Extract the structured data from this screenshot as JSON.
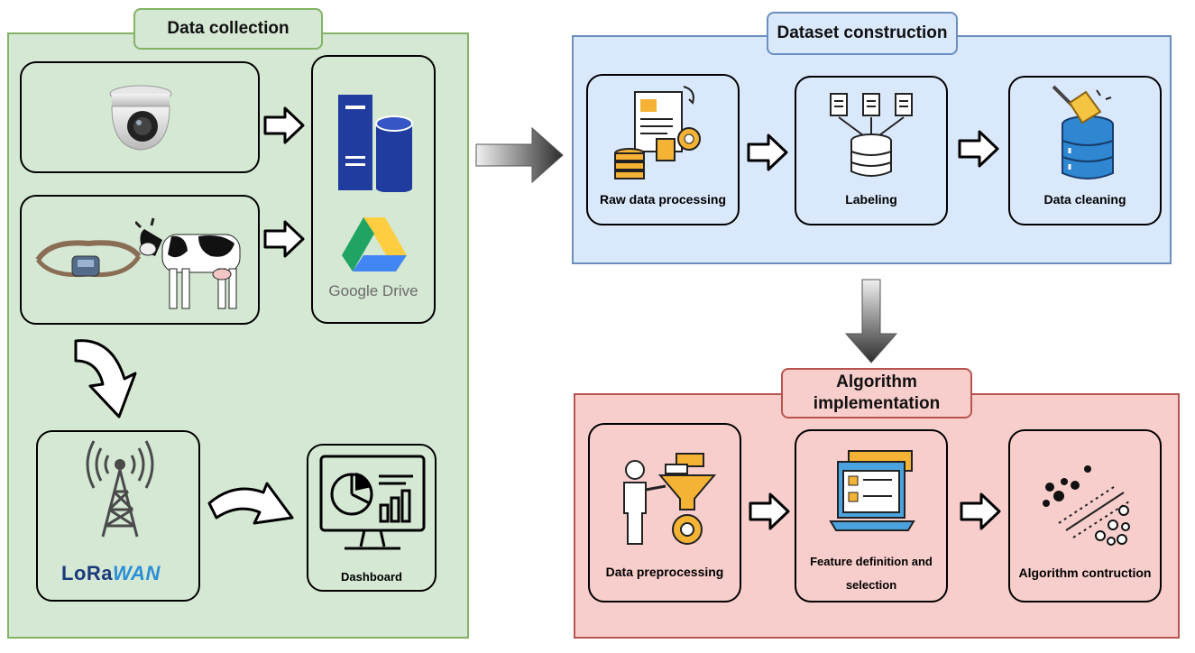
{
  "sections": {
    "data_collection": "Data collection",
    "dataset_construction": "Dataset construction",
    "algorithm_implementation": "Algorithm implementation"
  },
  "data_collection": {
    "storage_label": "Google Drive",
    "lorawan_brand": "LoRaWAN",
    "lorawan_prefix": "LoRa",
    "lorawan_suffix": "WAN",
    "dashboard_label": "Dashboard"
  },
  "dataset_construction": {
    "steps": [
      "Raw data processing",
      "Labeling",
      "Data cleaning"
    ]
  },
  "algorithm_implementation": {
    "steps": [
      "Data preprocessing",
      "Feature definition and selection",
      "Algorithm contruction"
    ]
  },
  "colors": {
    "green_fill": "#d5e8d4",
    "green_border": "#82b366",
    "blue_fill": "#dae8fc",
    "blue_border": "#6c8ebf",
    "red_fill": "#f8cecc",
    "red_border": "#b85450"
  },
  "icons": [
    "camera-icon",
    "collar-sensor-icon",
    "cow-icon",
    "server-database-icon",
    "google-drive-icon",
    "antenna-tower-icon",
    "dashboard-monitor-icon",
    "document-gear-icon",
    "labeling-icon",
    "data-cleaning-icon",
    "person-funnel-icon",
    "feature-checklist-icon",
    "scatter-separation-icon"
  ]
}
